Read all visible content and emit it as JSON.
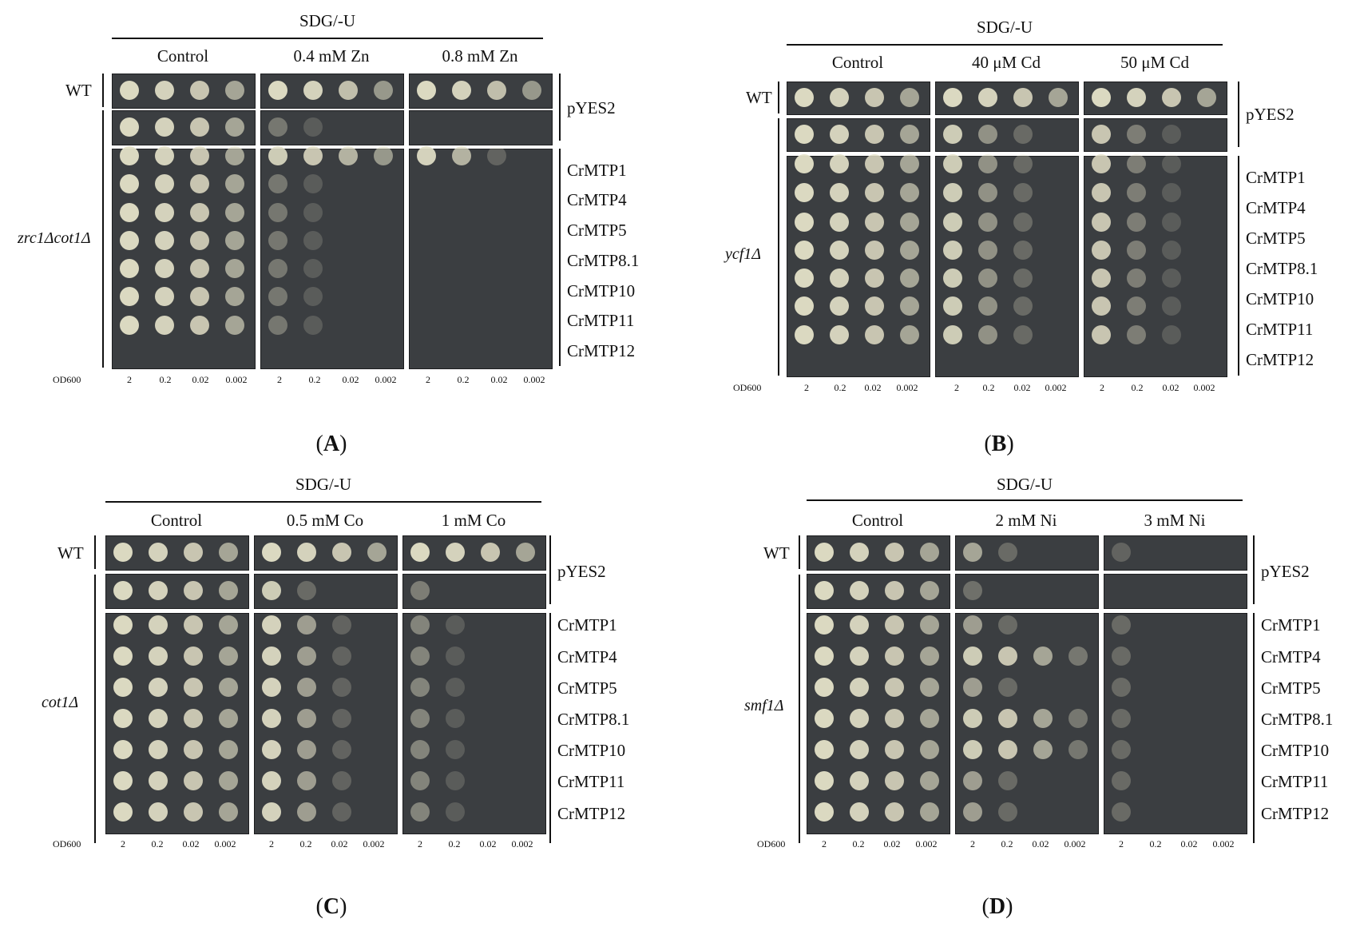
{
  "panels": [
    {
      "letter": "A",
      "medium": "SDG/-U",
      "conditions": [
        "Control",
        "0.4 mM Zn",
        "0.8 mM Zn"
      ],
      "wt_label": "WT",
      "vector_label": "pYES2",
      "strain_label": "zrc1Δcot1Δ",
      "constructs": [
        "CrMTP1",
        "CrMTP4",
        "CrMTP5",
        "CrMTP8.1",
        "CrMTP10",
        "CrMTP11",
        "CrMTP12"
      ],
      "od_label": "OD600",
      "dilutions": [
        "2",
        "0.2",
        "0.02",
        "0.002"
      ]
    },
    {
      "letter": "B",
      "medium": "SDG/-U",
      "conditions": [
        "Control",
        "40 μM Cd",
        "50 μM Cd"
      ],
      "wt_label": "WT",
      "vector_label": "pYES2",
      "strain_label": "ycf1Δ",
      "constructs": [
        "CrMTP1",
        "CrMTP4",
        "CrMTP5",
        "CrMTP8.1",
        "CrMTP10",
        "CrMTP11",
        "CrMTP12"
      ],
      "od_label": "OD600",
      "dilutions": [
        "2",
        "0.2",
        "0.02",
        "0.002"
      ]
    },
    {
      "letter": "C",
      "medium": "SDG/-U",
      "conditions": [
        "Control",
        "0.5 mM Co",
        "1 mM Co"
      ],
      "wt_label": "WT",
      "vector_label": "pYES2",
      "strain_label": "cot1Δ",
      "constructs": [
        "CrMTP1",
        "CrMTP4",
        "CrMTP5",
        "CrMTP8.1",
        "CrMTP10",
        "CrMTP11",
        "CrMTP12"
      ],
      "od_label": "OD600",
      "dilutions": [
        "2",
        "0.2",
        "0.02",
        "0.002"
      ]
    },
    {
      "letter": "D",
      "medium": "SDG/-U",
      "conditions": [
        "Control",
        "2 mM Ni",
        "3 mM Ni"
      ],
      "wt_label": "WT",
      "vector_label": "pYES2",
      "strain_label": "smf1Δ",
      "constructs": [
        "CrMTP1",
        "CrMTP4",
        "CrMTP5",
        "CrMTP8.1",
        "CrMTP10",
        "CrMTP11",
        "CrMTP12"
      ],
      "od_label": "OD600",
      "dilutions": [
        "2",
        "0.2",
        "0.02",
        "0.002"
      ]
    }
  ],
  "colors": {
    "plate": "#3b3e41",
    "colony": "#e4e1c8",
    "text": "#111111"
  }
}
